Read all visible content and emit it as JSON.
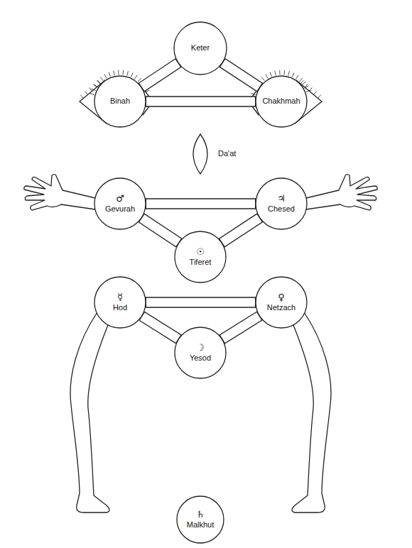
{
  "diagram": {
    "nodes": [
      {
        "text": [
          "Keter"
        ]
      },
      {
        "text": [
          "Binah"
        ]
      },
      {
        "text": [
          "Chakhmah"
        ]
      },
      {
        "text": [
          "Da'at"
        ]
      },
      {
        "text": [
          "♂",
          "Gevurah"
        ]
      },
      {
        "text": [
          "♃",
          "Chesed"
        ]
      },
      {
        "text": [
          "☉",
          "Tiferet"
        ]
      },
      {
        "text": [
          "☿",
          "Hod"
        ]
      },
      {
        "text": [
          "♀",
          "Netzach"
        ]
      },
      {
        "text": [
          "☽",
          "Yesod"
        ]
      },
      {
        "text": [
          "♄",
          "Malkhut"
        ]
      }
    ],
    "edges": [
      {
        "from": 0,
        "to": 1,
        "arrow": "none"
      },
      {
        "from": 0,
        "to": 2,
        "arrow": "none"
      },
      {
        "from": 1,
        "to": 2,
        "arrow": "none"
      },
      {
        "from": 4,
        "to": 5,
        "arrow": "none"
      },
      {
        "from": 4,
        "to": 6,
        "arrow": "none"
      },
      {
        "from": 5,
        "to": 6,
        "arrow": "none"
      },
      {
        "from": 7,
        "to": 8,
        "arrow": "none"
      },
      {
        "from": 7,
        "to": 9,
        "arrow": "none"
      },
      {
        "from": 8,
        "to": 9,
        "arrow": "none"
      }
    ]
  }
}
